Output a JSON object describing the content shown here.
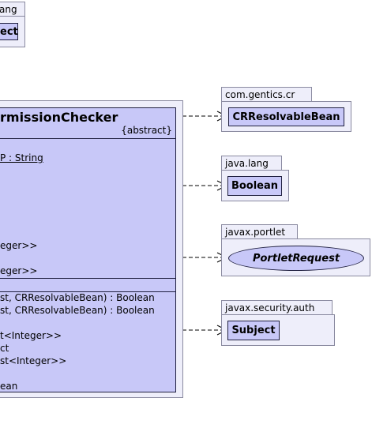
{
  "top_package": {
    "tab_label": "ang",
    "class_name": "ect"
  },
  "main_class": {
    "title": "rmissionChecker",
    "stereotype": "{abstract}",
    "attributes": [
      "P : String",
      "eger>>",
      "eger>>"
    ],
    "operations": [
      "st, CRResolvableBean) : Boolean",
      "st, CRResolvableBean) : Boolean",
      "t<Integer>>",
      "ct",
      "st<Integer>>",
      "ean"
    ]
  },
  "dependencies": [
    {
      "package": "com.gentics.cr",
      "class_name": "CRResolvableBean",
      "kind": "class"
    },
    {
      "package": "java.lang",
      "class_name": "Boolean",
      "kind": "class"
    },
    {
      "package": "javax.portlet",
      "class_name": "PortletRequest",
      "kind": "interface"
    },
    {
      "package": "javax.security.auth",
      "class_name": "Subject",
      "kind": "class"
    }
  ],
  "colors": {
    "class_fill": "#c8c8f8",
    "package_fill": "#eeeefa",
    "border": "#202040"
  }
}
